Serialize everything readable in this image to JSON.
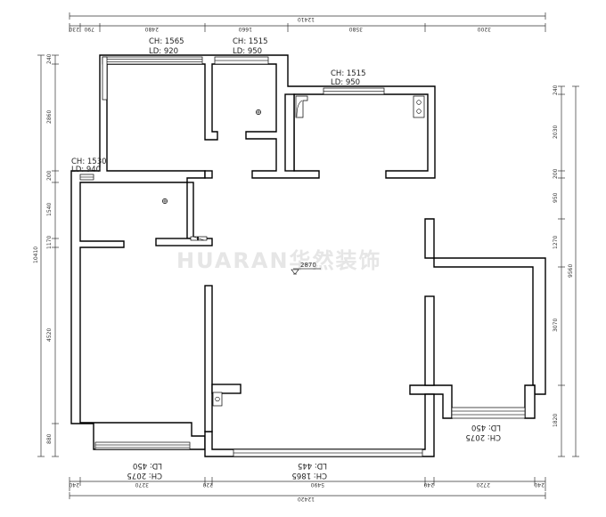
{
  "watermark": "HUARAN华然装饰",
  "floor_level": "2870",
  "top_dims": {
    "total": "12410",
    "segments": [
      "230",
      "790",
      "2480",
      "1660",
      "3580",
      "3200"
    ]
  },
  "bottom_dims": {
    "total": "12420",
    "segments": [
      "240",
      "3270",
      "220",
      "5490",
      "240",
      "2720",
      "240"
    ]
  },
  "left_dims": {
    "total": "10410",
    "segments": [
      "240",
      "2860",
      "200",
      "1540",
      "1170",
      "4520",
      "880"
    ]
  },
  "right_dims": {
    "total": "9560",
    "segments": [
      "240",
      "2030",
      "200",
      "950",
      "1270",
      "3070",
      "1820"
    ]
  },
  "window_labels": {
    "w1": {
      "ch": "CH: 1565",
      "ld": "LD: 920"
    },
    "w2": {
      "ch": "CH: 1515",
      "ld": "LD: 950"
    },
    "w3": {
      "ch": "CH: 1515",
      "ld": "LD: 950"
    },
    "w4": {
      "ch": "CH: 1530",
      "ld": "LD: 940"
    },
    "w5": {
      "ch": "CH: 2075",
      "ld": "LD: 450"
    },
    "w6": {
      "ch": "CH: 1865",
      "ld": "LD: 445"
    },
    "w7": {
      "ch": "CH: 2075",
      "ld": "LD: 450"
    }
  }
}
